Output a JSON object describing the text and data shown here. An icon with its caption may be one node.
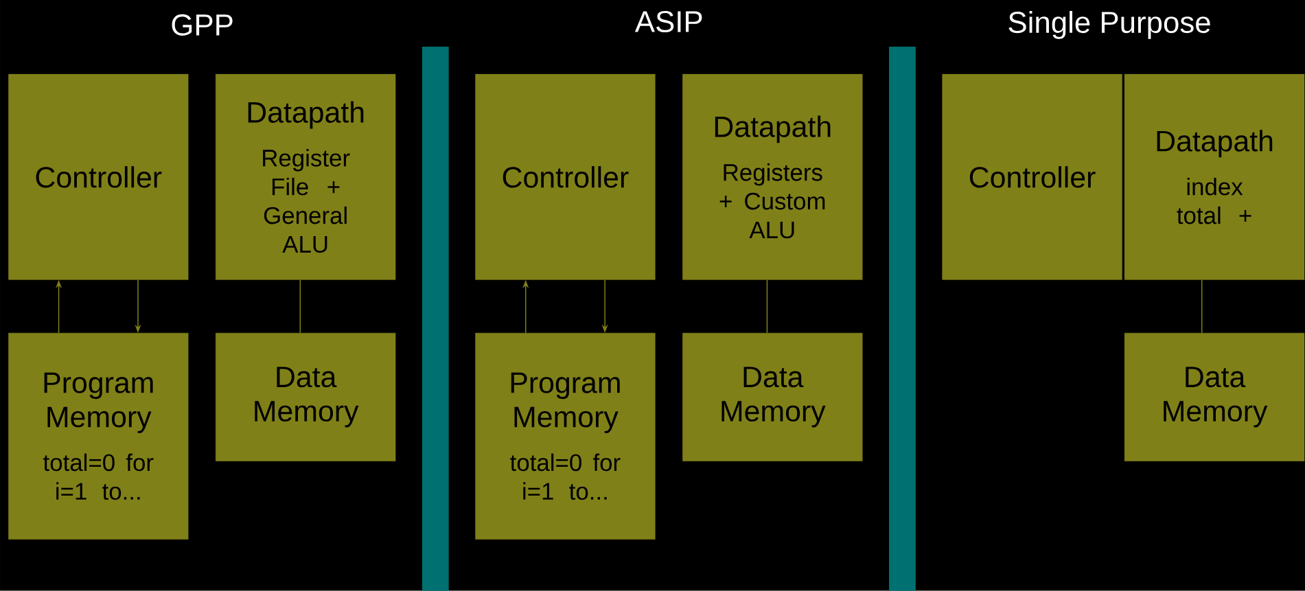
{
  "diagram": {
    "nodes": [
      {
        "text": [
          "Controller"
        ]
      },
      {
        "text": [
          "Datapath",
          "Register File + General ALU"
        ]
      },
      {
        "text": [
          "Program Memory",
          "total=0 for i=1 to..."
        ]
      },
      {
        "text": [
          "Data Memory"
        ]
      },
      {
        "text": [
          "Controller"
        ]
      },
      {
        "text": [
          "Datapath",
          "Registers + Custom ALU"
        ]
      },
      {
        "text": [
          "Program Memory",
          "total=0 for i=1 to..."
        ]
      },
      {
        "text": [
          "Data Memory"
        ]
      },
      {
        "text": [
          "Controller"
        ]
      },
      {
        "text": [
          "Datapath",
          "index total +"
        ]
      },
      {
        "text": [
          "Data Memory"
        ]
      },
      {
        "text": [],
        "shape": "bar"
      },
      {
        "text": [],
        "shape": "bar"
      }
    ],
    "edges": [
      {
        "from": 2,
        "to": 0,
        "arrow": "to"
      },
      {
        "from": 0,
        "to": 2,
        "arrow": "to"
      },
      {
        "from": 1,
        "to": 3,
        "arrow": "none"
      },
      {
        "from": 6,
        "to": 4,
        "arrow": "to"
      },
      {
        "from": 4,
        "to": 6,
        "arrow": "to"
      },
      {
        "from": 5,
        "to": 7,
        "arrow": "none"
      },
      {
        "from": 9,
        "to": 10,
        "arrow": "none"
      }
    ],
    "labels": [
      "GPP",
      "ASIP",
      "Single Purpose"
    ]
  }
}
